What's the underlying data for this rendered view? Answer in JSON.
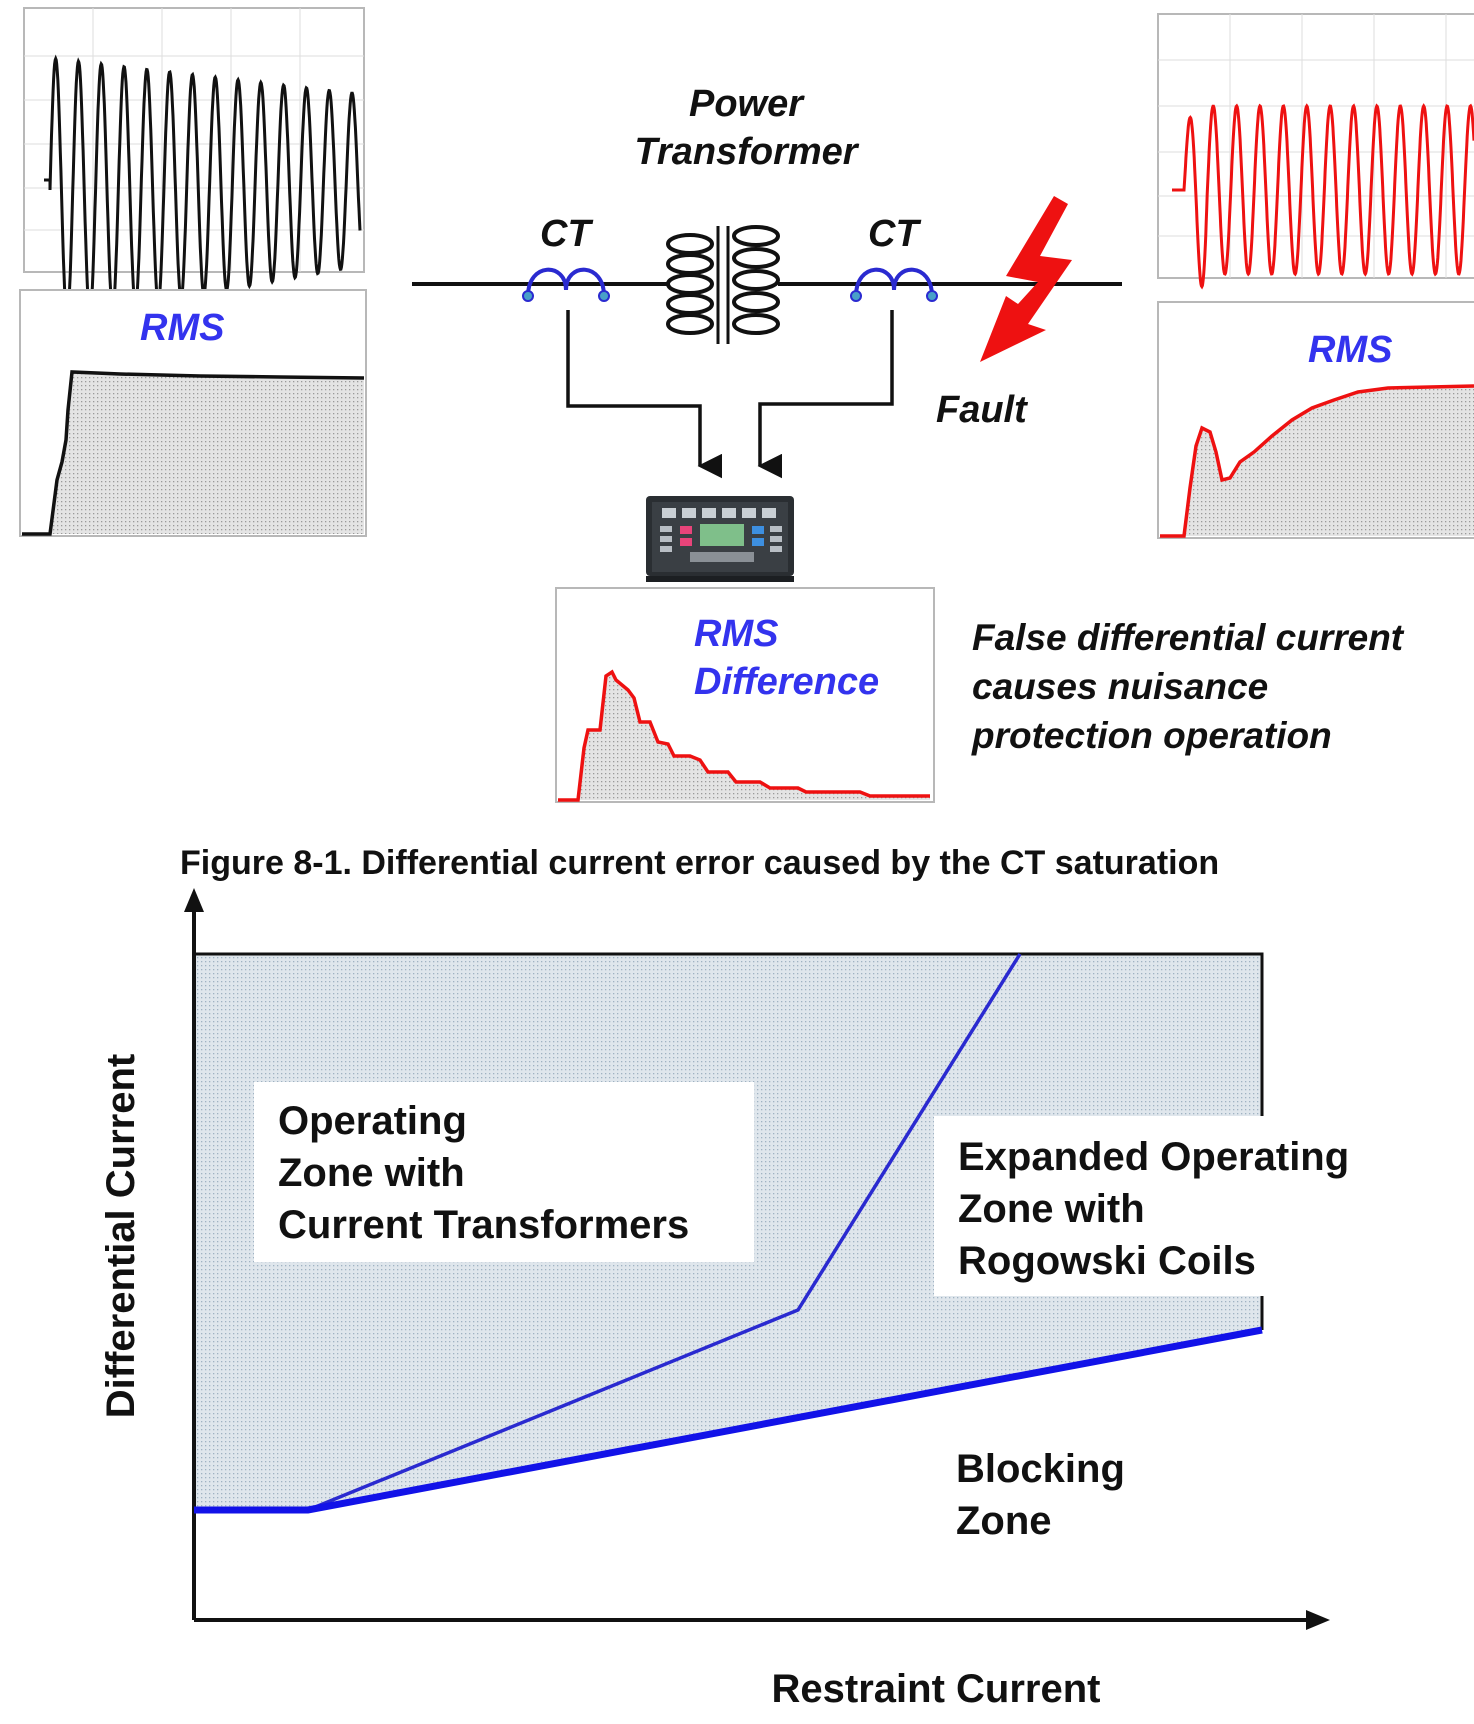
{
  "top": {
    "title_line1": "Power",
    "title_line2": "Transformer",
    "ct_left": "CT",
    "ct_right": "CT",
    "fault_label": "Fault",
    "rms_left": "RMS",
    "rms_right": "RMS",
    "rms_diff_line1": "RMS",
    "rms_diff_line2": "Difference",
    "note_line1": "False differential current",
    "note_line2": "causes nuisance",
    "note_line3": "protection operation"
  },
  "caption": "Figure 8-1. Differential current error caused by the CT saturation",
  "bottom": {
    "ylabel": "Differential Current",
    "xlabel": "Restraint Current",
    "zone_ct_line1": "Operating",
    "zone_ct_line2": "Zone with",
    "zone_ct_line3": "Current Transformers",
    "zone_rc_line1": "Expanded Operating",
    "zone_rc_line2": "Zone with",
    "zone_rc_line3": "Rogowski Coils",
    "block_line1": "Blocking",
    "block_line2": "Zone"
  },
  "colors": {
    "label_blue": "#3333ee",
    "trace_red": "#ee1111",
    "trace_black": "#111111",
    "line_blue": "#2a2ad0",
    "zone_fill": "#d6dee6",
    "fault_red": "#ee1111"
  }
}
